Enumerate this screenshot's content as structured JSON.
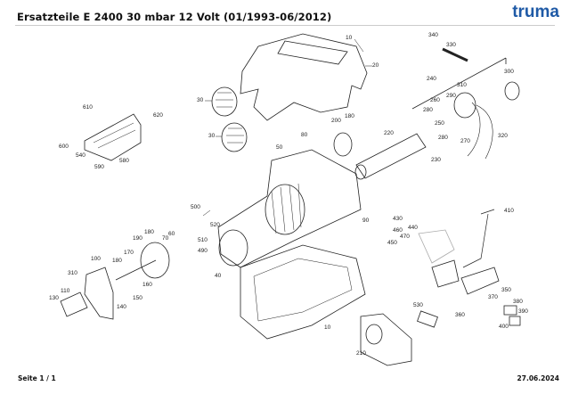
{
  "header": {
    "title": "Ersatzteile E 2400 30 mbar 12 Volt (01/1993-06/2012)",
    "logo_text": "truma",
    "brand_color": "#1f5aa6"
  },
  "diagram": {
    "labels": [
      "10",
      "20",
      "30",
      "30",
      "50",
      "180",
      "200",
      "80",
      "220",
      "230",
      "340",
      "330",
      "240",
      "300",
      "310",
      "290",
      "260",
      "280",
      "250",
      "280",
      "270",
      "320",
      "610",
      "620",
      "600",
      "540",
      "590",
      "580",
      "500",
      "520",
      "510",
      "490",
      "40",
      "60",
      "70",
      "180",
      "190",
      "170",
      "180",
      "100",
      "310",
      "160",
      "110",
      "150",
      "130",
      "140",
      "90",
      "430",
      "460",
      "470",
      "440",
      "450",
      "410",
      "350",
      "370",
      "380",
      "390",
      "360",
      "530",
      "400",
      "210",
      "10"
    ]
  },
  "footer": {
    "page": "Seite 1 / 1",
    "date": "27.06.2024"
  }
}
